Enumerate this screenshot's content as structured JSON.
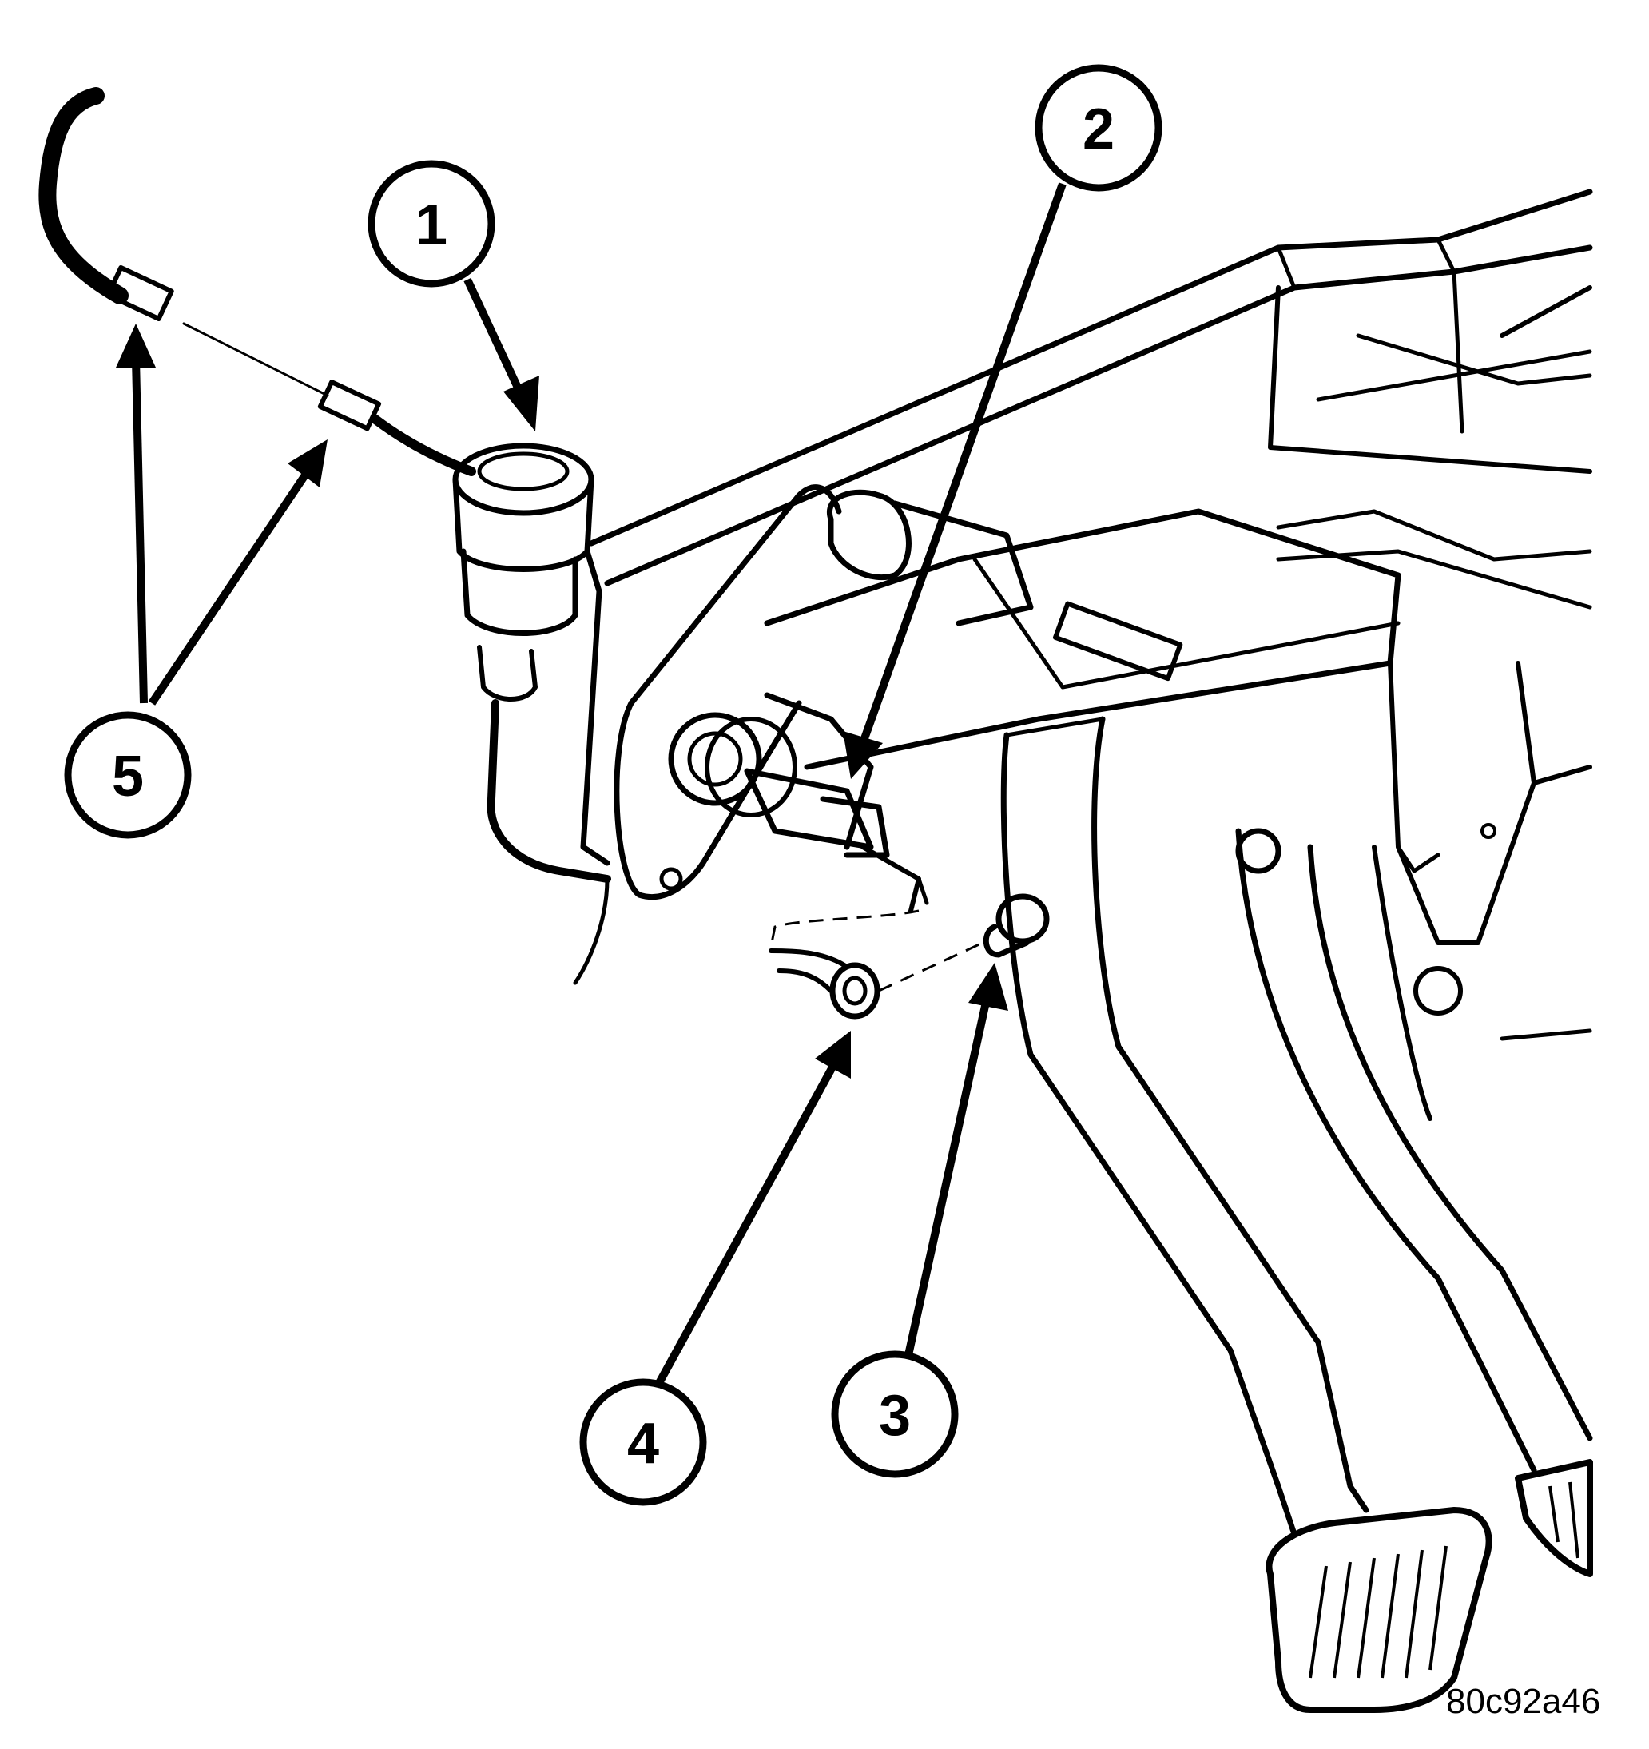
{
  "callouts": [
    {
      "id": "callout-1",
      "label": "1"
    },
    {
      "id": "callout-2",
      "label": "2"
    },
    {
      "id": "callout-3",
      "label": "3"
    },
    {
      "id": "callout-4",
      "label": "4"
    },
    {
      "id": "callout-5",
      "label": "5"
    }
  ],
  "figure_id": "80c92a46",
  "colors": {
    "line": "#000000",
    "background": "#ffffff"
  }
}
